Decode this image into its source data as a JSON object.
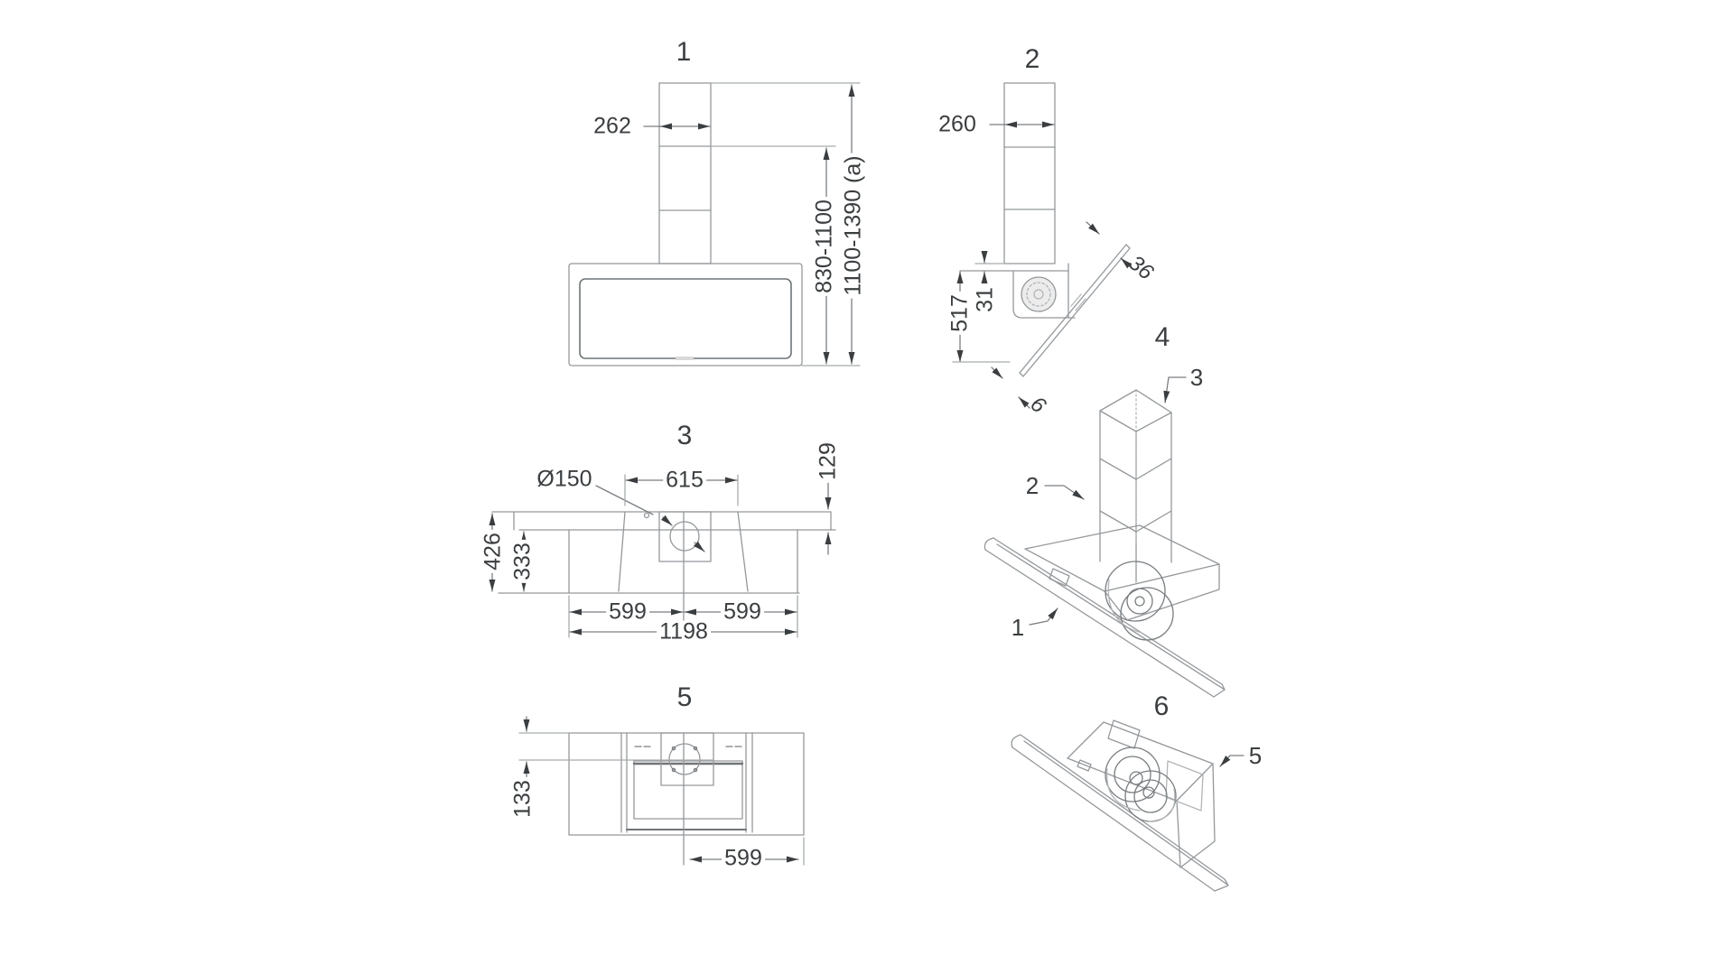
{
  "views": {
    "front": {
      "title": "1",
      "chimney_width": "262",
      "height_min": "830-1100",
      "height_max": "1100-1390 (a)"
    },
    "side": {
      "title": "2",
      "chimney_depth": "260",
      "body_height": "517",
      "gap": "31",
      "glass_top_thickness": "36",
      "glass_bottom_thickness": "6"
    },
    "plan": {
      "title": "3",
      "outlet_diameter": "Ø150",
      "inner_width": "615",
      "front_offset": "129",
      "depth_total": "426",
      "depth_inner": "333",
      "half_left": "599",
      "half_right": "599",
      "width_total": "1198"
    },
    "iso_rear": {
      "title": "4",
      "part3": "3",
      "part2": "2",
      "part1": "1"
    },
    "bottom": {
      "title": "5",
      "front_depth": "133",
      "half_width": "599"
    },
    "iso_bottom": {
      "title": "6",
      "part5": "5"
    }
  }
}
